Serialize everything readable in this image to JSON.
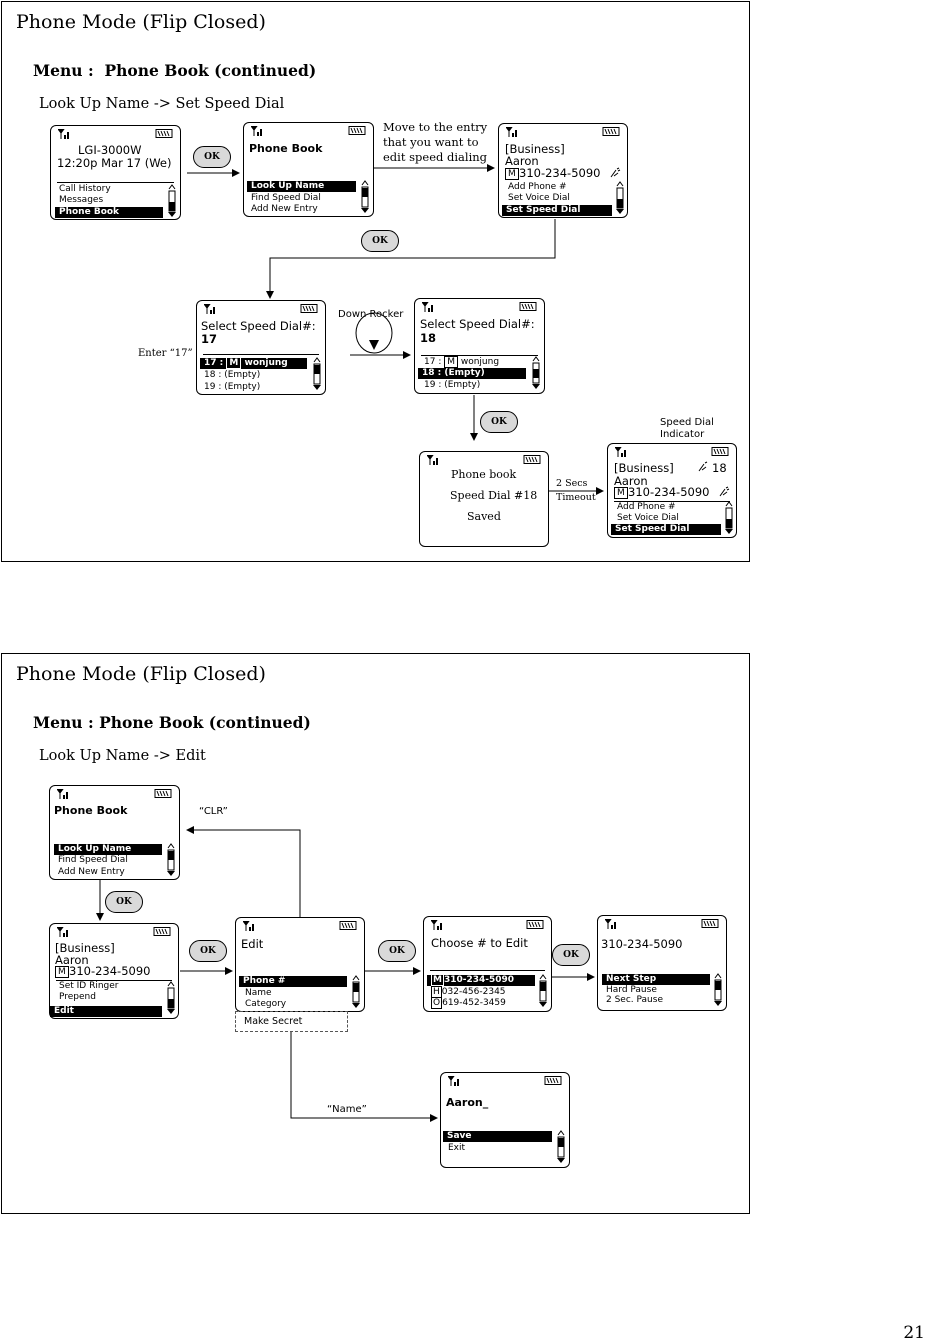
{
  "page_number": "21",
  "top": {
    "title": "Phone Mode (Flip Closed)",
    "menu": "Menu :  Phone Book (continued)",
    "path": "Look Up Name -> Set Speed Dial",
    "s1": {
      "line1": "LGI-3000W",
      "line2": "12:20p Mar 17 (We)",
      "items": [
        "Call History",
        "Messages",
        "Phone Book"
      ]
    },
    "s2": {
      "title": "Phone Book",
      "items": [
        "Look Up Name",
        "Find Speed Dial",
        "Add New Entry"
      ]
    },
    "note_move": [
      "Move to the entry",
      "that you want to",
      "edit speed dialing"
    ],
    "s3": {
      "line1": "[Business]",
      "line2": "Aaron",
      "badge": "M",
      "number": "310-234-5090",
      "items": [
        "Add Phone #",
        "Set Voice Dial",
        "Set Speed Dial"
      ]
    },
    "enter_note": "Enter “17”",
    "down_rocker": "Down Rocker",
    "s4": {
      "title": "Select Speed Dial#:",
      "value": "17",
      "items": [
        "17 : ",
        "wonjung",
        "18 : (Empty)",
        "19 : (Empty)"
      ],
      "badge": "M"
    },
    "s5": {
      "title": "Select Speed Dial#:",
      "value": "18",
      "items": [
        "17 : ",
        "wonjung",
        "18 : (Empty)",
        "19 : (Empty)"
      ],
      "badge": "M"
    },
    "s6": {
      "lines": [
        "Phone book",
        "Speed Dial #18",
        "Saved"
      ]
    },
    "timeout": [
      "2 Secs",
      "Timeout"
    ],
    "indicator_label": [
      "Speed Dial",
      "Indicator"
    ],
    "s7": {
      "line1": "[Business]",
      "line2": "Aaron",
      "badge": "M",
      "number": "310-234-5090",
      "speed": "18",
      "items": [
        "Add Phone #",
        "Set Voice Dial",
        "Set Speed Dial"
      ]
    },
    "ok": "OK"
  },
  "bottom": {
    "title": "Phone Mode (Flip Closed)",
    "menu": "Menu : Phone Book (continued)",
    "path": "Look Up Name -> Edit",
    "clr": "“CLR”",
    "name_note": "“Name”",
    "b1": {
      "title": "Phone Book",
      "items": [
        "Look Up Name",
        "Find Speed Dial",
        "Add New Entry"
      ]
    },
    "b2": {
      "line1": "[Business]",
      "line2": "Aaron",
      "badge": "M",
      "number": "310-234-5090",
      "items": [
        "Set ID Ringer",
        "Prepend",
        "Edit"
      ]
    },
    "b3": {
      "title": "Edit",
      "items": [
        "Phone #",
        "Name",
        "Category"
      ],
      "extra": "Make Secret"
    },
    "b4": {
      "title": "Choose # to Edit",
      "rows": [
        {
          "badge": "M",
          "num": "310-234-5090"
        },
        {
          "badge": "H",
          "num": "032-456-2345"
        },
        {
          "badge": "O",
          "num": "619-452-3459"
        }
      ]
    },
    "b5": {
      "title": "310-234-5090",
      "items": [
        "Next Step",
        "Hard Pause",
        "2 Sec. Pause"
      ]
    },
    "b6": {
      "title": "Aaron_",
      "items": [
        "Save",
        "Exit"
      ]
    },
    "ok": "OK"
  }
}
